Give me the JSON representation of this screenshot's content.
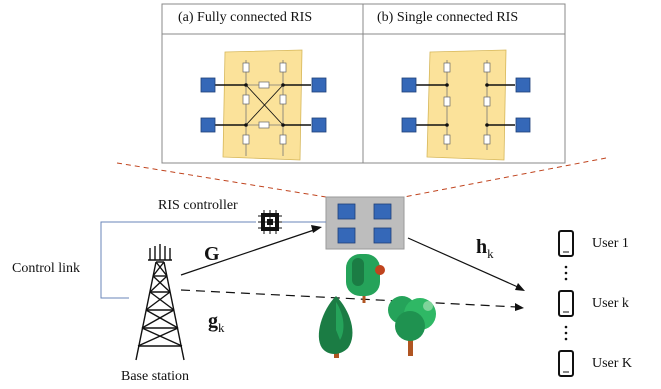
{
  "panels": {
    "fully_connected": "(a) Fully connected RIS",
    "single_connected": "(b) Single connected RIS"
  },
  "labels": {
    "ris_controller": "RIS controller",
    "control_link": "Control link",
    "base_station": "Base station",
    "G": "G",
    "h": "h",
    "h_sub": "k",
    "g": "g",
    "g_sub": "k"
  },
  "users": [
    {
      "label": "User 1"
    },
    {
      "label": "User k"
    },
    {
      "label": "User K"
    }
  ],
  "colors": {
    "ris_pad": "#fbe29a",
    "element": "#3568b8",
    "ris_panel": "#bdbdbd",
    "dashed_red": "#c0441e"
  }
}
